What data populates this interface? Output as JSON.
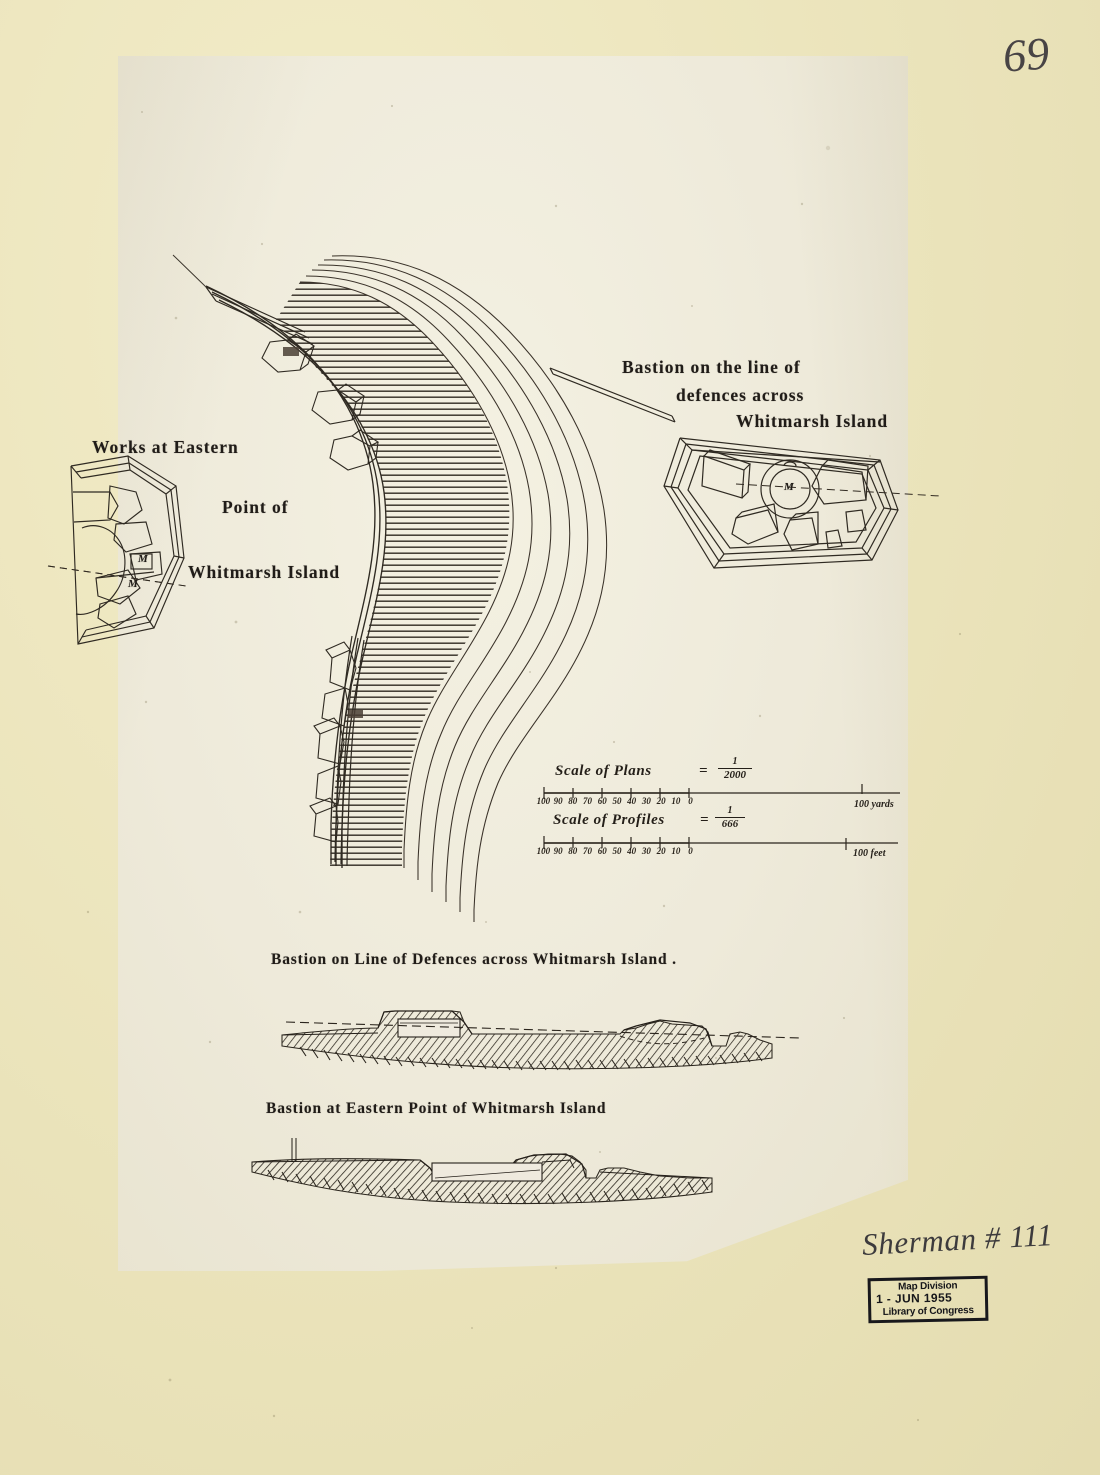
{
  "document": {
    "kind": "manuscript-map",
    "page_number": "69",
    "accession_note": "Sherman # 111",
    "paper_color": "#eeeada",
    "mount_color": "#ece5bd",
    "ink_color": "#241f19"
  },
  "titles": {
    "left_plan": [
      "Works  at  Eastern",
      "Point  of",
      "Whitmarsh  Island"
    ],
    "right_plan": [
      "Bastion on the line of",
      "defences across",
      "Whitmarsh Island"
    ],
    "profile_1": "Bastion on Line of Defences across Whitmarsh Island .",
    "profile_2": "Bastion  at  Eastern  Point  of  Whitmarsh Island"
  },
  "map_labels": {
    "magazine_left_upper": "M",
    "magazine_left_lower": "M",
    "magazine_right": "M"
  },
  "scales": [
    {
      "id": "scale-of-plans",
      "label": "Scale  of  Plans",
      "equals": "=",
      "ratio_numerator": "1",
      "ratio_denominator": "2000",
      "ticks": [
        "100",
        "90",
        "80",
        "70",
        "60",
        "50",
        "40",
        "30",
        "20",
        "10",
        "0"
      ],
      "end_label": "100 yards"
    },
    {
      "id": "scale-of-profiles",
      "label": "Scale  of  Profiles",
      "equals": "=",
      "ratio_numerator": "1",
      "ratio_denominator": "666",
      "ticks": [
        "100",
        "90",
        "80",
        "70",
        "60",
        "50",
        "40",
        "30",
        "20",
        "10",
        "0"
      ],
      "end_label": "100 feet"
    }
  ],
  "stamp": {
    "line1": "Map Division",
    "line2": "1 -  JUN 1955",
    "line3": "Library of Congress"
  }
}
